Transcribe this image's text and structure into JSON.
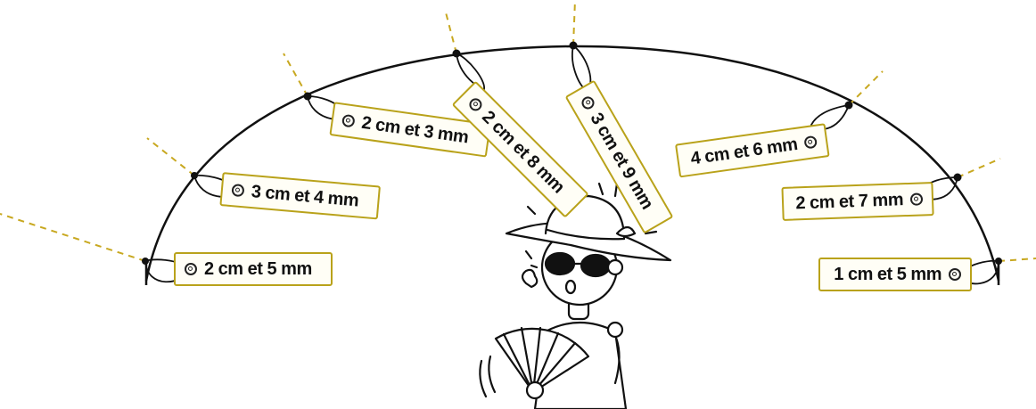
{
  "colors": {
    "arc": "#111111",
    "dash": "#c8a820",
    "tag_border": "#b9a21a",
    "tag_fill": "#fffef6"
  },
  "tags": [
    {
      "label": "2 cm et 5 mm"
    },
    {
      "label": "3 cm et 4 mm"
    },
    {
      "label": "2 cm et 3 mm"
    },
    {
      "label": "2 cm et 8 mm"
    },
    {
      "label": "3 cm et 9 mm"
    },
    {
      "label": "4 cm et 6 mm"
    },
    {
      "label": "2 cm et 7 mm"
    },
    {
      "label": "1 cm et 5 mm"
    }
  ],
  "character": {
    "icon": "girl-with-hat-and-fan-icon"
  }
}
